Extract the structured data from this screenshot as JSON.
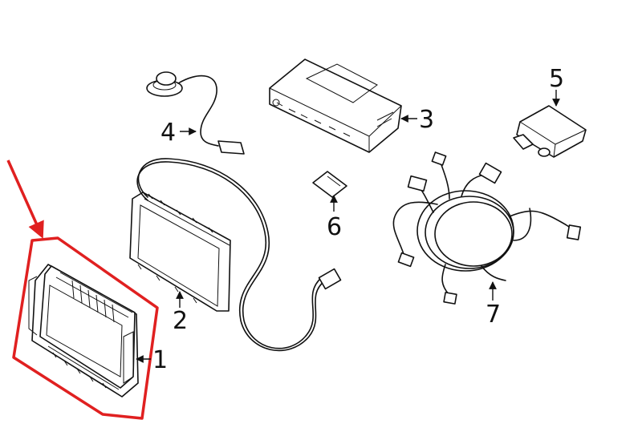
{
  "callouts": [
    {
      "id": "1",
      "label": "1"
    },
    {
      "id": "2",
      "label": "2"
    },
    {
      "id": "3",
      "label": "3"
    },
    {
      "id": "4",
      "label": "4"
    },
    {
      "id": "5",
      "label": "5"
    },
    {
      "id": "6",
      "label": "6"
    },
    {
      "id": "7",
      "label": "7"
    }
  ],
  "highlight": {
    "color": "#e02020",
    "target_part": "1"
  },
  "line_color": "#111111"
}
